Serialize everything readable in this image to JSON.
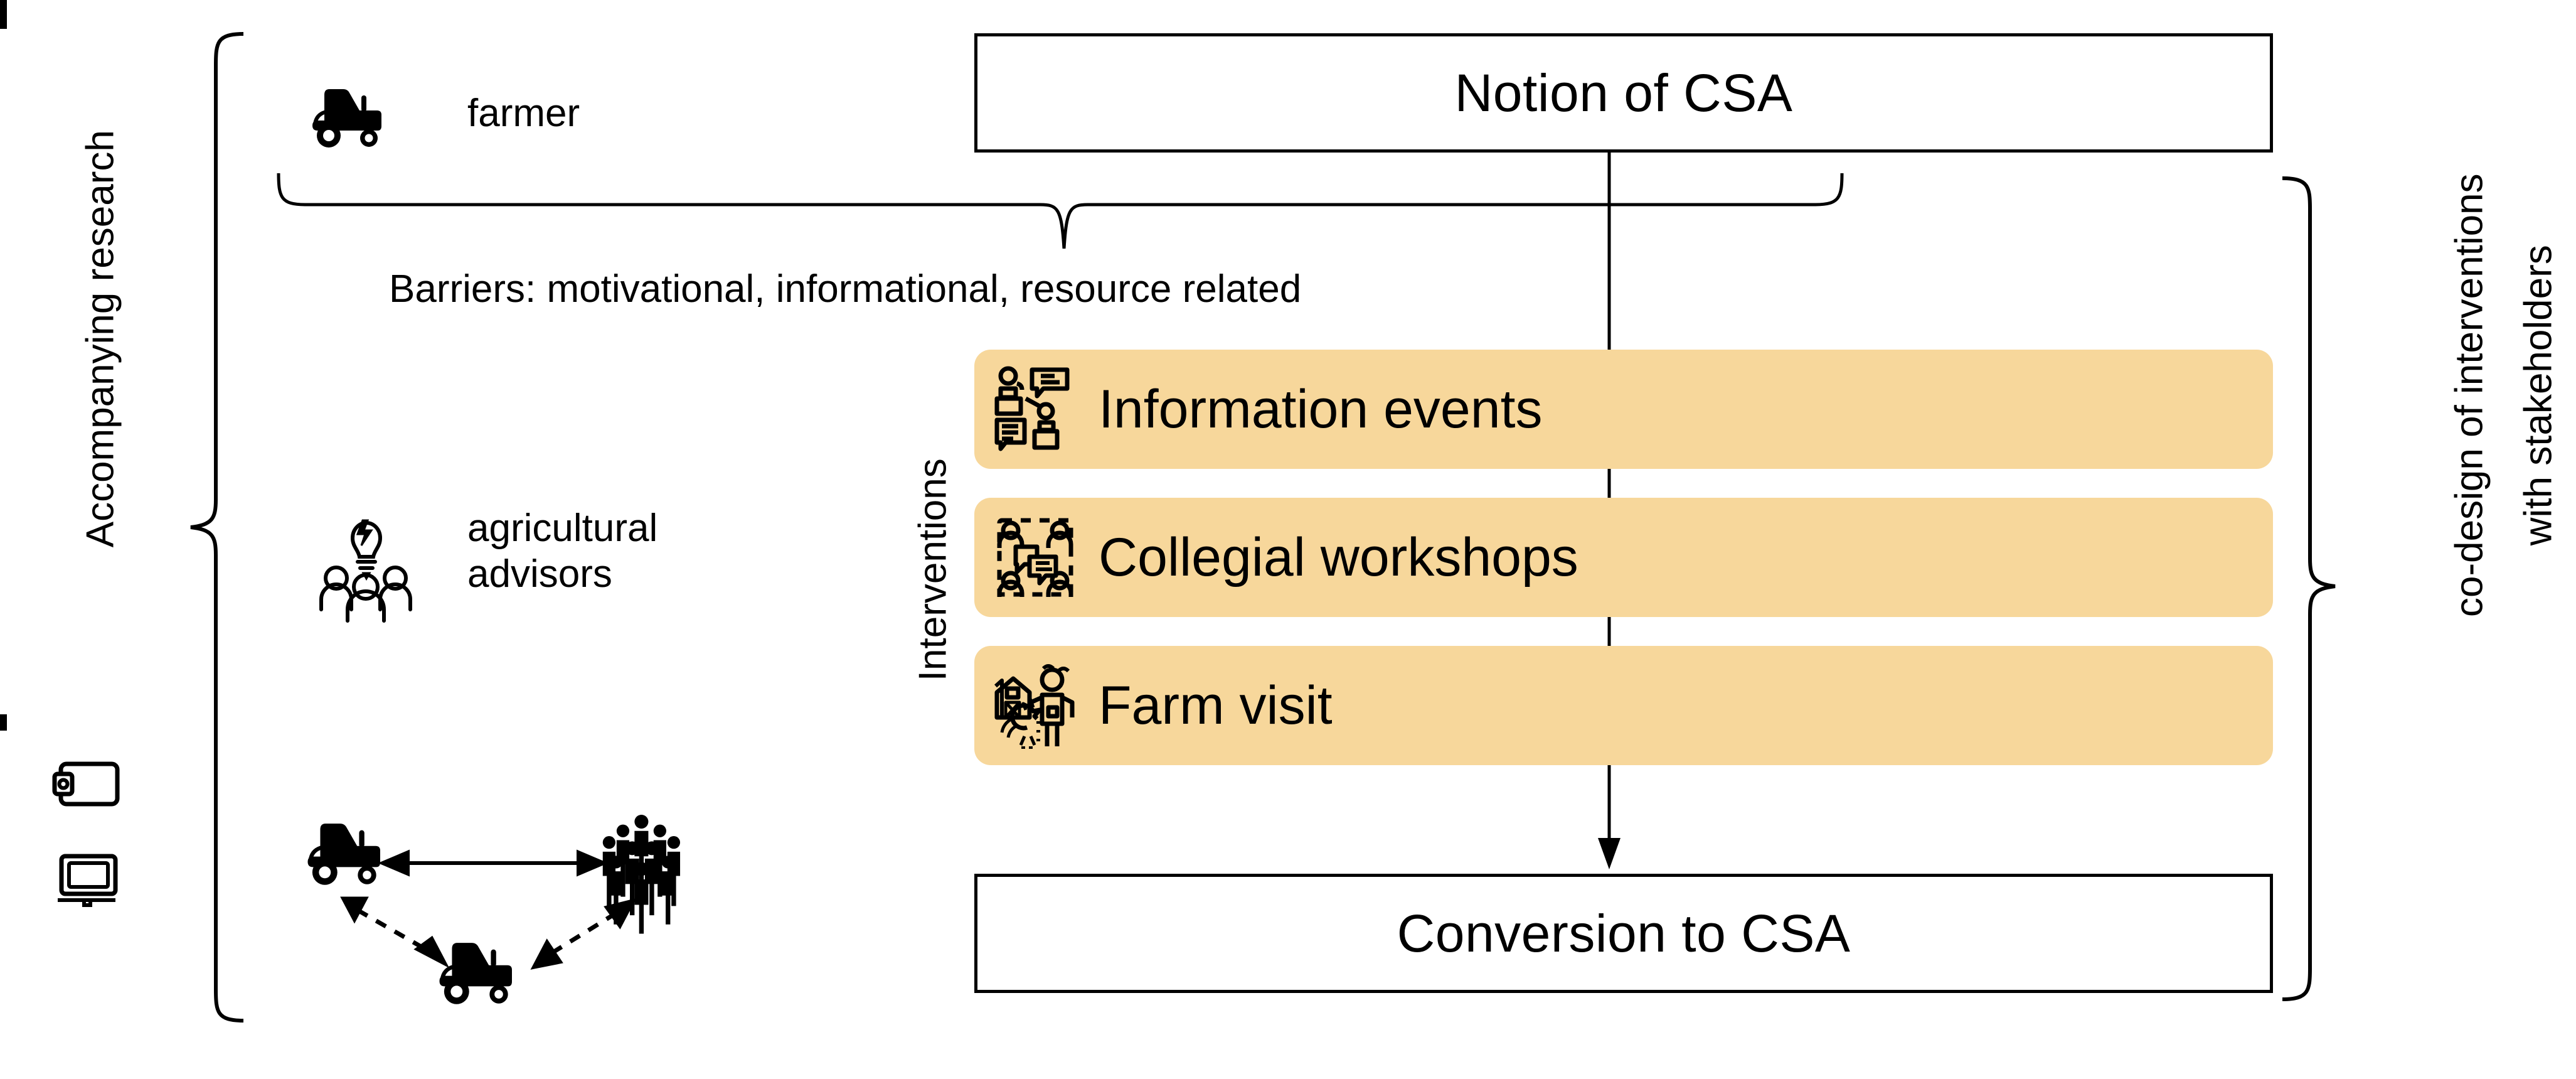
{
  "diagram": {
    "title_flow": {
      "top_box_label": "Notion of CSA",
      "bottom_box_label": "Conversion to CSA"
    },
    "side_labels": {
      "left": "Accompanying research",
      "right_line1": "co-design of interventions",
      "right_line2": "with stakeholders",
      "interventions": "Interventions"
    },
    "actors": [
      {
        "id": "farmer",
        "label": "farmer",
        "icon": "tractor-icon"
      },
      {
        "id": "advisors",
        "label_line1": "agricultural",
        "label_line2": "advisors",
        "icon": "lightbulb-people-icon"
      }
    ],
    "barriers_text": "Barriers: motivational, informational, resource related",
    "interventions": [
      {
        "label": "Information events",
        "icon": "podium-presentation-icon"
      },
      {
        "label": "Collegial workshops",
        "icon": "workshop-group-icon"
      },
      {
        "label": "Farm visit",
        "icon": "barn-farmer-chicken-icon"
      }
    ],
    "research_icons": [
      {
        "icon": "clipboard-icon"
      },
      {
        "icon": "tablet-pen-icon"
      }
    ],
    "network": {
      "nodes": [
        {
          "id": "tractor-a",
          "icon": "tractor-icon"
        },
        {
          "id": "crowd",
          "icon": "crowd-people-icon"
        },
        {
          "id": "tractor-b",
          "icon": "tractor-icon"
        }
      ],
      "edges": [
        {
          "from": "tractor-a",
          "to": "crowd",
          "style": "solid",
          "arrows": "both"
        },
        {
          "from": "tractor-a",
          "to": "tractor-b",
          "style": "dashed",
          "arrows": "both"
        },
        {
          "from": "tractor-b",
          "to": "crowd",
          "style": "dashed",
          "arrows": "both"
        }
      ]
    },
    "colors": {
      "bar_fill": "#f7d79b",
      "stroke": "#000000",
      "background": "#ffffff"
    }
  }
}
